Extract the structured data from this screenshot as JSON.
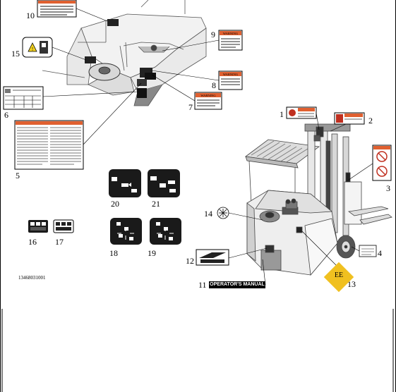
{
  "callouts": [
    "1",
    "2",
    "3",
    "4",
    "5",
    "6",
    "7",
    "8",
    "9",
    "10",
    "11",
    "12",
    "13",
    "14",
    "15",
    "16",
    "17",
    "18",
    "19",
    "20",
    "21"
  ],
  "drawing_code": "13468031001",
  "operators_manual_label": "OPERATOR'S MANUAL",
  "ee_badge": "EE",
  "warning_word": "WARNING",
  "colors": {
    "warning_orange": "#e06030",
    "ee_yellow": "#f0c020",
    "label_black": "#000000"
  },
  "icons": [
    "lift-truck-icon",
    "overhead-guard-icon",
    "mast-icon",
    "steering-wheel-icon",
    "warning-triangle-icon",
    "hydraulic-control-icon",
    "fan-icon",
    "linde-logo-icon"
  ]
}
